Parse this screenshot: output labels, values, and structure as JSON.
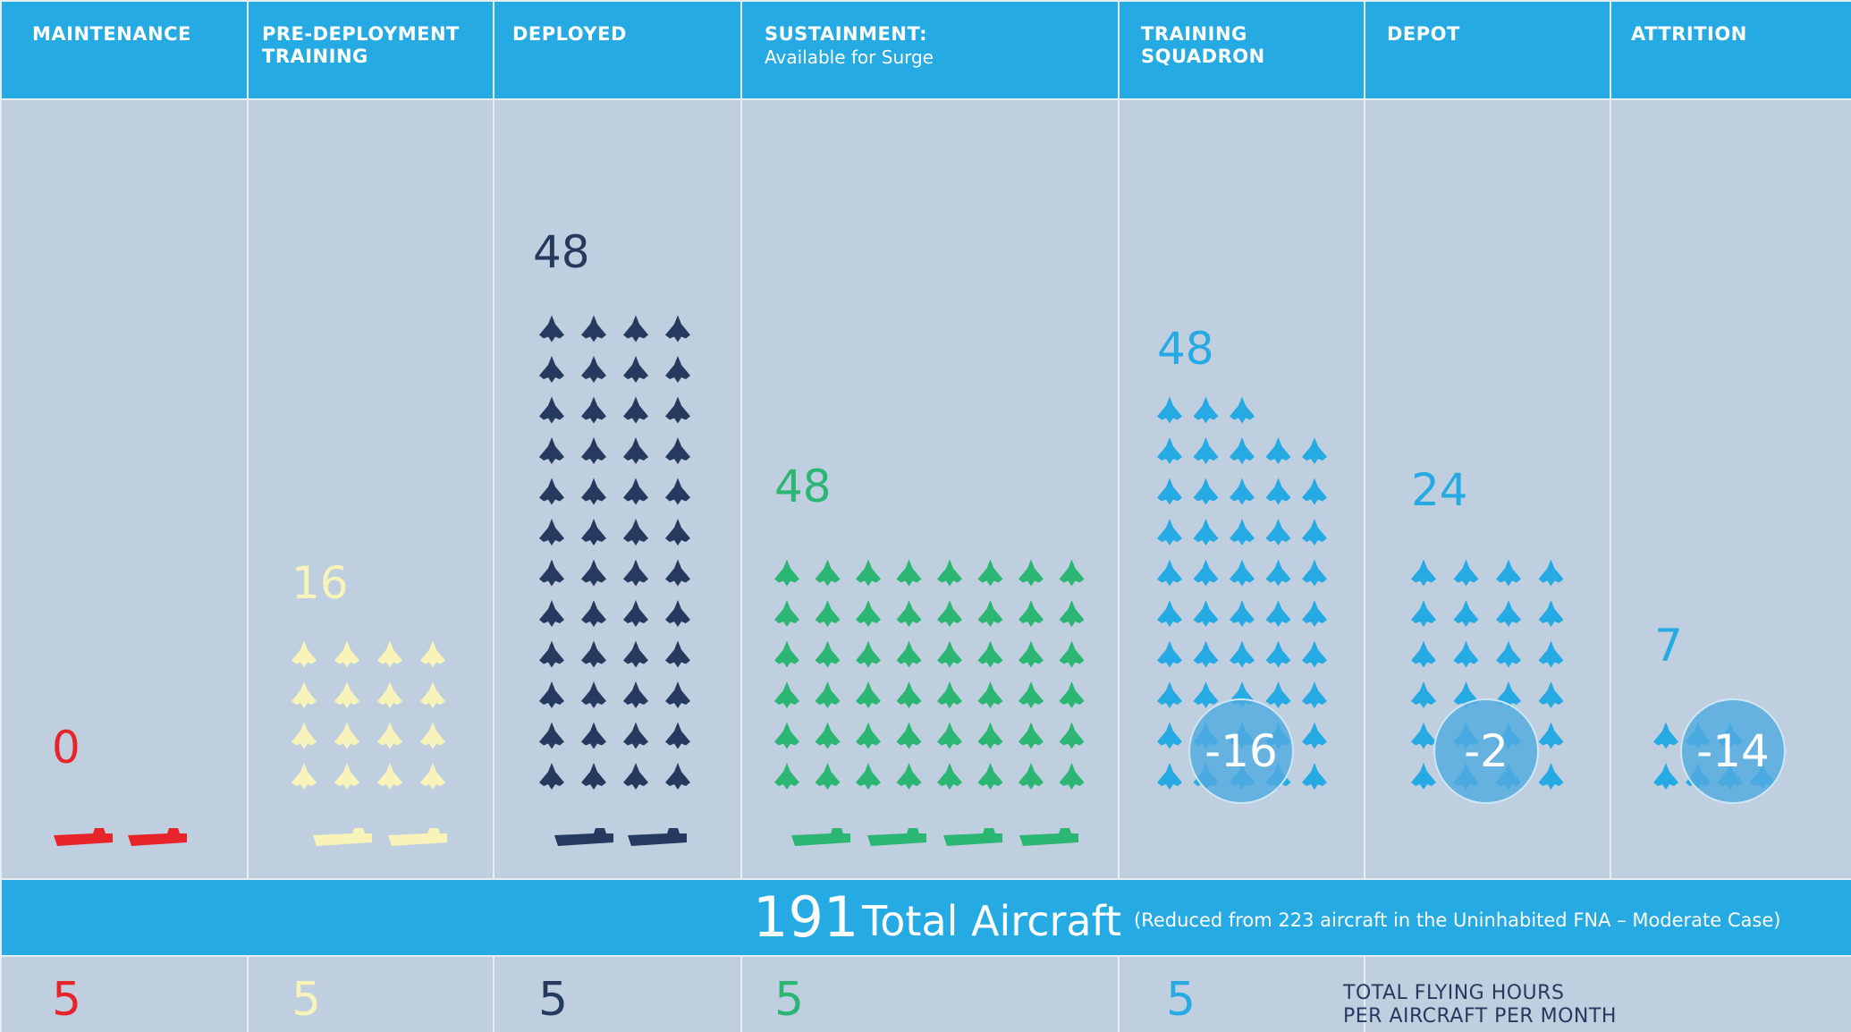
{
  "columns": [
    {
      "title": "MAINTENANCE",
      "subtitle": "",
      "color": "#e8242b"
    },
    {
      "title": "PRE-DEPLOYMENT\nTRAINING",
      "subtitle": "",
      "color": "#f7f3b9"
    },
    {
      "title": "DEPLOYED",
      "subtitle": "",
      "color": "#253a5e"
    },
    {
      "title": "SUSTAINMENT:",
      "subtitle": "Available for Surge",
      "color": "#2bb673"
    },
    {
      "title": "TRAINING\nSQUADRON",
      "subtitle": "",
      "color": "#26aae3"
    },
    {
      "title": "DEPOT",
      "subtitle": "",
      "color": "#26aae3"
    },
    {
      "title": "ATTRITION",
      "subtitle": "",
      "color": "#26aae3"
    }
  ],
  "chart_data": {
    "type": "pictogram",
    "categories": [
      "MAINTENANCE",
      "PRE-DEPLOYMENT TRAINING",
      "DEPLOYED",
      "SUSTAINMENT: Available for Surge",
      "TRAINING SQUADRON",
      "DEPOT",
      "ATTRITION"
    ],
    "aircraft_counts": [
      0,
      16,
      48,
      48,
      48,
      24,
      7
    ],
    "count_labels": [
      "0",
      "16",
      "48",
      "48",
      "48",
      "24",
      "7"
    ],
    "ships": [
      2,
      2,
      2,
      4,
      0,
      0,
      0
    ],
    "reductions": [
      null,
      null,
      null,
      null,
      "-16",
      "-2",
      "-14"
    ],
    "flying_hours": [
      "5",
      "5",
      "5",
      "5",
      "5",
      "",
      ""
    ],
    "total": {
      "number": "191",
      "label": "Total Aircraft",
      "note": "(Reduced from 223 aircraft in the Uninhabited FNA – Moderate Case)"
    },
    "flying_hours_label": "TOTAL FLYING HOURS\nPER AIRCRAFT PER MONTH"
  }
}
